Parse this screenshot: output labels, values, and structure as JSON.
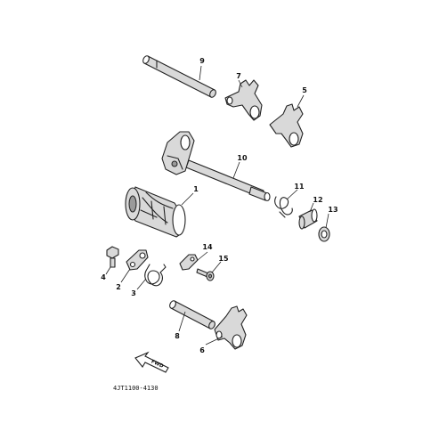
{
  "diagram": {
    "part_code": "4JT1100-4130",
    "fwd_label": "FWD",
    "callouts": {
      "p1": "1",
      "p2": "2",
      "p3": "3",
      "p4": "4",
      "p5": "5",
      "p6": "6",
      "p7": "7",
      "p8": "8",
      "p9": "9",
      "p10": "10",
      "p11": "11",
      "p12": "12",
      "p13": "13",
      "p14": "14",
      "p15": "15"
    }
  }
}
